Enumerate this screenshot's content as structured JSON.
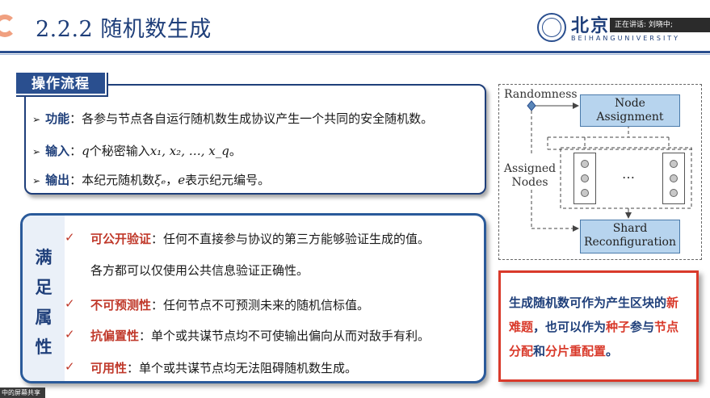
{
  "header": {
    "title": "2.2.2 随机数生成",
    "university_cn": "北京",
    "university_en": "BEIHANGUNIVERSITY",
    "share_status": "正在讲话: 刘晓中;"
  },
  "operation_flow": {
    "label": "操作流程",
    "items": [
      {
        "key": "功能",
        "text": "：各参与节点各自运行随机数生成协议产生一个共同的安全随机数。"
      },
      {
        "key": "输入",
        "text_before": "：",
        "math": "q",
        "text_mid": "个秘密输入",
        "math2": "x₁, x₂, …, x_q",
        "text_after": "。"
      },
      {
        "key": "输出",
        "text_before": "：本纪元随机数",
        "math": "ξₑ",
        "text_mid": "，",
        "math2": "e",
        "text_after": "表示纪元编号。"
      }
    ]
  },
  "properties": {
    "side_label": [
      "满",
      "足",
      "属",
      "性"
    ],
    "items": [
      {
        "key": "可公开验证",
        "text": "：任何不直接参与协议的第三方能够验证生成的值。",
        "checked": true
      },
      {
        "key": "",
        "text": "各方都可以仅使用公共信息验证正确性。",
        "checked": false
      },
      {
        "key": "不可预测性",
        "text": "：任何节点不可预测未来的随机信标值。",
        "checked": true
      },
      {
        "key": "抗偏置性",
        "text": "：单个或共谋节点均不可使输出偏向从而对敌手有利。",
        "checked": true
      },
      {
        "key": "可用性",
        "text": "：单个或共谋节点均无法阻碍随机数生成。",
        "checked": true
      }
    ]
  },
  "diagram": {
    "randomness": "Randomness",
    "node_assignment": [
      "Node",
      "Assignment"
    ],
    "assigned_nodes": [
      "Assigned",
      "Nodes"
    ],
    "ellipsis": "…",
    "shard_reconfig": [
      "Shard",
      "Reconfiguration"
    ]
  },
  "callout": {
    "part1": "生成随机数可作为产生区块的",
    "part2_red": "新难题",
    "part3": "，也可以作为",
    "part4_red": "种子",
    "part5": "参与",
    "part6_red": "节点分配",
    "part7": "和",
    "part8_red": "分片重配置",
    "part9": "。"
  },
  "bottom_tag": "中的屏幕共享",
  "colors": {
    "primary": "#1f3f7a",
    "accent_red": "#d93a2b",
    "node_fill": "#b7d4ee"
  }
}
